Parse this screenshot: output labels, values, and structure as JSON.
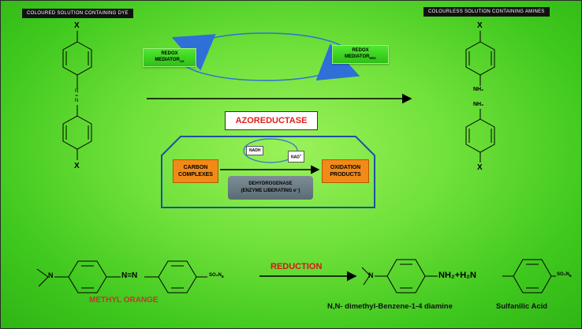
{
  "labels": {
    "coloured": "COLOURED SOLUTION CONTAINING DYE",
    "colourless": "COLOURLESS SOLUTION CONTAINING AMINES"
  },
  "redox_left": {
    "line1": "REDOX",
    "line2": "MEDIATOR",
    "sub": "OX"
  },
  "redox_right": {
    "line1": "REDOX",
    "line2": "MEDIATOR",
    "sub": "RED"
  },
  "enzyme": "AZOREDUCTASE",
  "cycle": {
    "nadh": "NADH",
    "nad": "NAD",
    "nad_sup": "+",
    "carbon": [
      "CARBON",
      "COMPLEXES"
    ],
    "oxidation": [
      "OXIDATION",
      "PRODUCTS"
    ],
    "dehydrogenase": [
      "DEHYDROGENASE",
      "(ENZYME LIBERATING e⁻)"
    ]
  },
  "structures": {
    "x": "X",
    "nh2": "NH₂",
    "azo_n": "N",
    "azo_bond": "=",
    "n_eq_n": "N=N",
    "so3": "SO₃N",
    "so3_sub": "a",
    "nh2_h2n": "NH₂+H₂N",
    "n": "N"
  },
  "reaction": {
    "reduction": "REDUCTION",
    "reactant": "METHYL ORANGE",
    "product1": "N,N- dimethyl-Benzene-1-4 diamine",
    "product2": "Sulfanilic Acid"
  },
  "colors": {
    "orange": "#f28a17",
    "red": "#d4171b",
    "blue_arrow": "#2f6fd8",
    "frame": "#1f4fa0"
  }
}
